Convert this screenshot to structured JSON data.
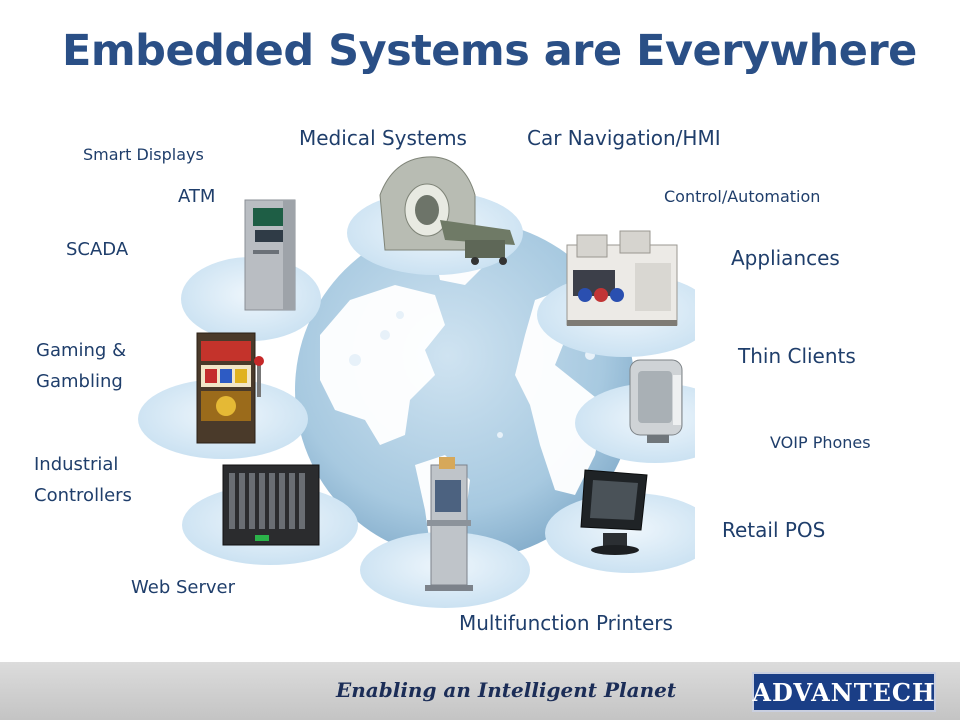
{
  "slide": {
    "title": "Embedded Systems are Everywhere"
  },
  "labels": {
    "smart_displays": "Smart Displays",
    "medical_systems": "Medical Systems",
    "car_navigation": "Car Navigation/HMI",
    "atm": "ATM",
    "control_automation": "Control/Automation",
    "scada": "SCADA",
    "appliances": "Appliances",
    "gaming_line1": "Gaming &",
    "gaming_line2": "Gambling",
    "thin_clients": "Thin Clients",
    "voip_phones": "VOIP Phones",
    "industrial_line1": "Industrial",
    "industrial_line2": "Controllers",
    "retail_pos": "Retail POS",
    "web_server": "Web Server",
    "multifunction_printers": "Multifunction Printers"
  },
  "footer": {
    "tagline": "Enabling an Intelligent Planet",
    "logo_text": "ADVANTECH"
  },
  "colors": {
    "title": "#2a4f86",
    "label": "#1f3e6b",
    "globe_ocean": "#9fc3dc",
    "globe_land": "#ffffff",
    "pedestal": "#d3e6f4",
    "footer_bar": "#cfcfcf",
    "logo_bg": "#1a3e86"
  },
  "icons": [
    "globe-icon",
    "atm-icon",
    "mri-scanner-icon",
    "pick-and-place-machine-icon",
    "slot-machine-icon",
    "thin-client-icon",
    "blade-server-icon",
    "kiosk-icon",
    "pos-terminal-icon"
  ]
}
